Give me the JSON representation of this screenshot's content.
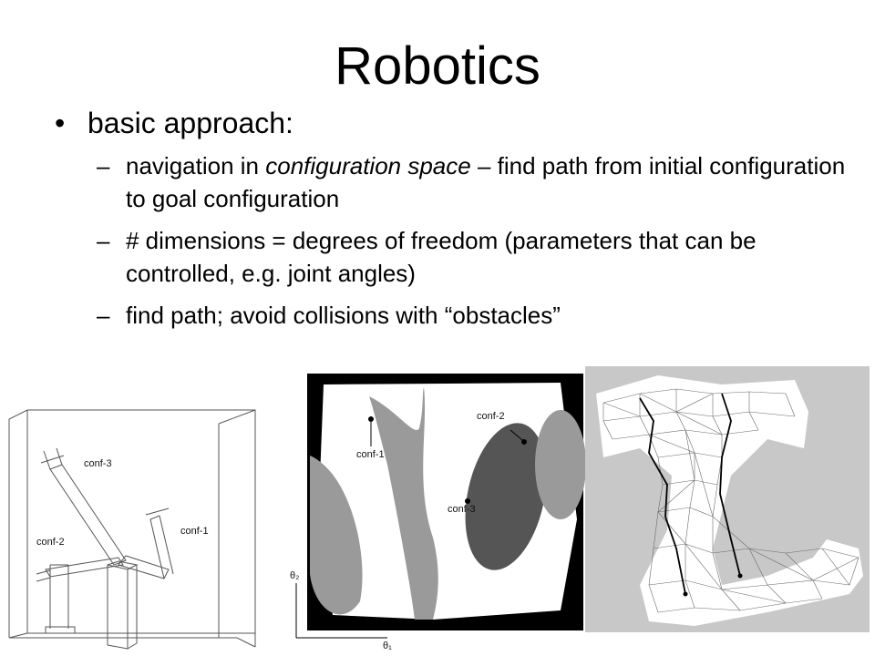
{
  "slide": {
    "title": "Robotics",
    "bullet": "•",
    "dash": "–",
    "main_point": "basic approach:",
    "sub_points": [
      {
        "before": "navigation in ",
        "italic": "configuration space",
        "after": " – find path from initial configuration to goal configuration"
      },
      {
        "text": "# dimensions = degrees of freedom (parameters that can be controlled, e.g. joint angles)"
      },
      {
        "text": "find path; avoid collisions with “obstacles”"
      }
    ]
  },
  "figures": {
    "robot_arm": {
      "labels": [
        "conf-3",
        "conf-2",
        "conf-1"
      ]
    },
    "config_space": {
      "labels": [
        "conf-2",
        "conf-1",
        "conf-3"
      ],
      "axis_labels": [
        "θ₂",
        "θ₁"
      ],
      "colors": {
        "background": "#000000",
        "free": "#ffffff",
        "obstacle_light": "#9a9a9a",
        "obstacle_dark": "#555555"
      }
    },
    "roadmap": {
      "colors": {
        "background": "#c8c8c8",
        "free": "#ffffff",
        "mesh": "#6a6a6a",
        "path": "#000000"
      }
    }
  }
}
